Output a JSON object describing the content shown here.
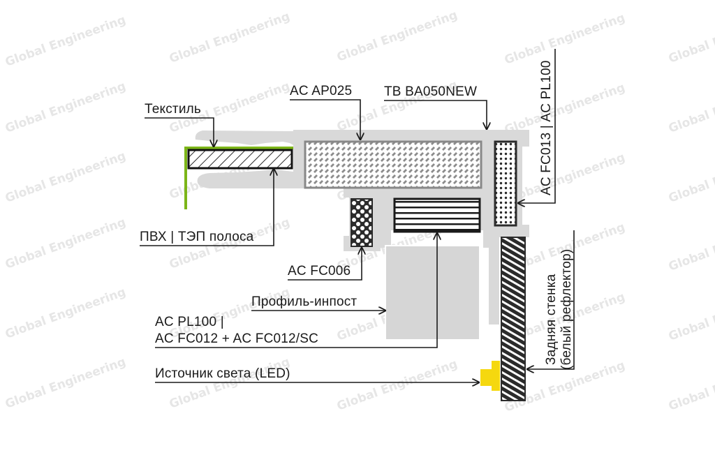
{
  "watermark": {
    "text": "Global Engineering",
    "color": "#e6e6e6"
  },
  "colors": {
    "profile_gray": "#d9d9d9",
    "textile_green": "#7cb518",
    "led_yellow": "#f5d80f",
    "outline_dark": "#2b2b2b",
    "leader_line": "#1a1a1a"
  },
  "labels": {
    "textile": "Текстиль",
    "pvc_strip": "ПВХ | ТЭП полоса",
    "ac_ap025": "AC AP025",
    "tb_ba050new": "TB BA050NEW",
    "ac_fc013_pl100": "AC FC013 | AC PL100",
    "ac_fc006": "AC FC006",
    "profile_impost": "Профиль-инпост",
    "ac_pl100_line1": "AC PL100 |",
    "ac_pl100_line2": "AC FC012 + AC FC012/SC",
    "light_source": "Источник света (LED)",
    "back_wall_line1": "Задняя стенка",
    "back_wall_line2": "(белый рефлектор)"
  }
}
